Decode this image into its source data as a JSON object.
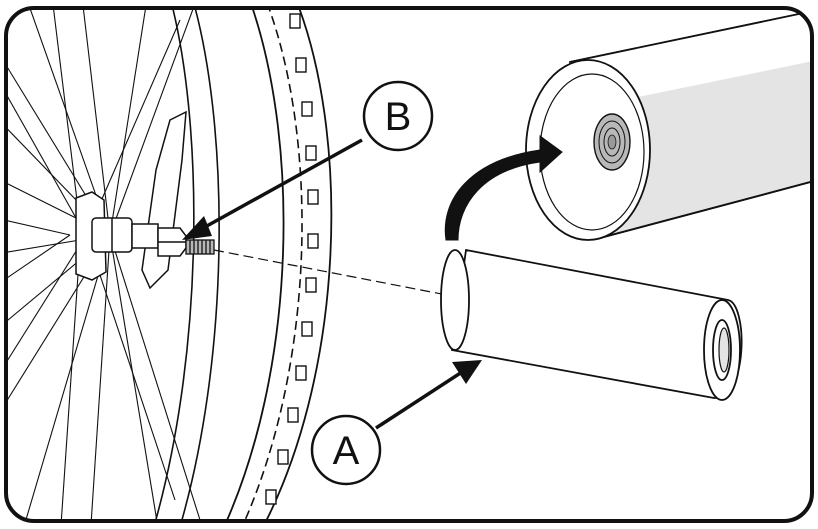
{
  "diagram": {
    "callouts": [
      {
        "id": "A",
        "label": "A",
        "points_to": "peg"
      },
      {
        "id": "B",
        "label": "B",
        "points_to": "axle-nut"
      }
    ],
    "colors": {
      "ink": "#111111",
      "paper": "#ffffff",
      "peg_shade": "#e4e4e4",
      "thread_shade": "#b8b8b8"
    }
  }
}
